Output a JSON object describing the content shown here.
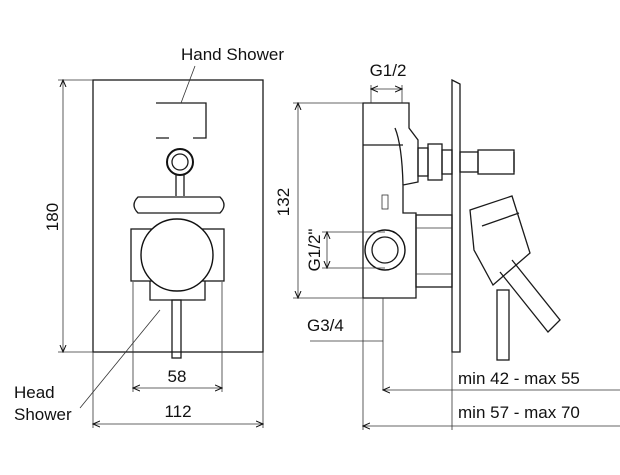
{
  "labels": {
    "hand_shower": "Hand Shower",
    "head": "Head",
    "shower": "Shower",
    "g_half_top": "G1/2",
    "g_half_inch": "G1/2\"",
    "g_three_quarter": "G3/4"
  },
  "dimensions": {
    "height_180": "180",
    "height_132": "132",
    "width_58": "58",
    "width_112": "112",
    "depth_min42_max55": "min 42 - max 55",
    "depth_min57_max70": "min 57 - max 70"
  }
}
